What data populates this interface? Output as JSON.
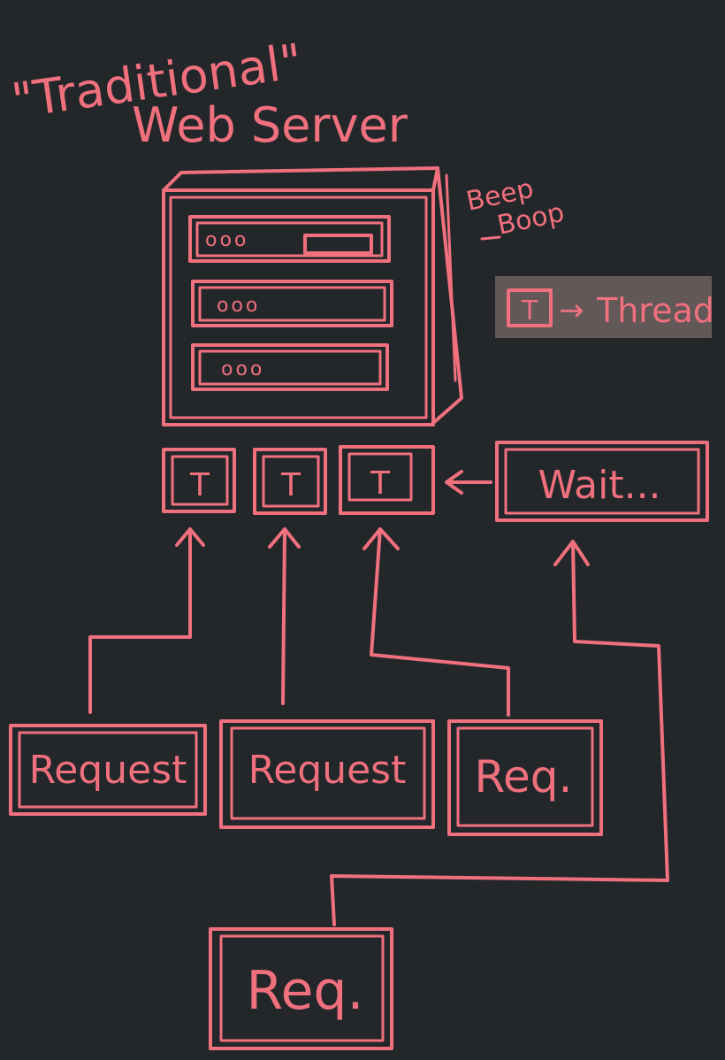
{
  "title": {
    "line1": "\"Traditional\"",
    "line2": "Web Server"
  },
  "server_note": {
    "line1": "Beep",
    "line2": "Boop"
  },
  "legend": {
    "symbol": "T",
    "arrow": "→",
    "label": "Thread"
  },
  "server_slots": [
    "ooo",
    "ooo",
    "ooo"
  ],
  "threads": [
    "T",
    "T",
    "T"
  ],
  "wait_label": "Wait...",
  "requests": [
    "Request",
    "Request",
    "Req."
  ],
  "waiting_request": "Req.",
  "colors": {
    "board": "#232729",
    "ink": "#f0707e",
    "legend_panel": "#6f6260"
  }
}
